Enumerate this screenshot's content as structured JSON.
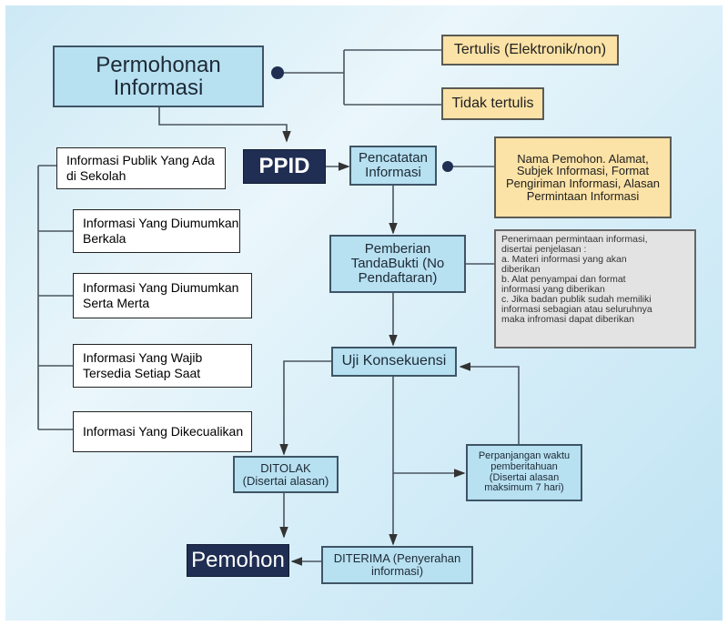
{
  "permohonan": "Permohonan Informasi",
  "tertulis": "Tertulis (Elektronik/non)",
  "tidak_tertulis": "Tidak tertulis",
  "ppid": "PPID",
  "pencatatan": "Pencatatan Informasi",
  "nama": "Nama Pemohon. Alamat, Subjek Informasi, Format Pengiriman Informasi, Alasan Permintaan Informasi",
  "pemberian": "Pemberian TandaBukti (No Pendaftaran)",
  "penerimaan": "Penerimaan permintaan informasi,\ndisertai penjelasan :\na. Materi informasi yang akan\n    diberikan\nb. Alat penyampai dan format\n    informasi yang diberikan\nc. Jika badan publik sudah memiliki\n    informasi sebagian atau seluruhnya\n    maka infromasi dapat diberikan",
  "uji": "Uji Konsekuensi",
  "ditolak": "DITOLAK (Disertai alasan)",
  "perpanjangan": "Perpanjangan waktu pemberitahuan (Disertai alasan maksimum 7 hari)",
  "diterima": "DITERIMA (Penyerahan informasi)",
  "pemohon": "Pemohon",
  "categories": [
    "Informasi Publik Yang Ada di Sekolah",
    "Informasi Yang Diumumkan Berkala",
    "Informasi Yang Diumumkan Serta Merta",
    "Informasi Yang Wajib Tersedia Setiap Saat",
    "Informasi Yang Dikecualikan"
  ]
}
